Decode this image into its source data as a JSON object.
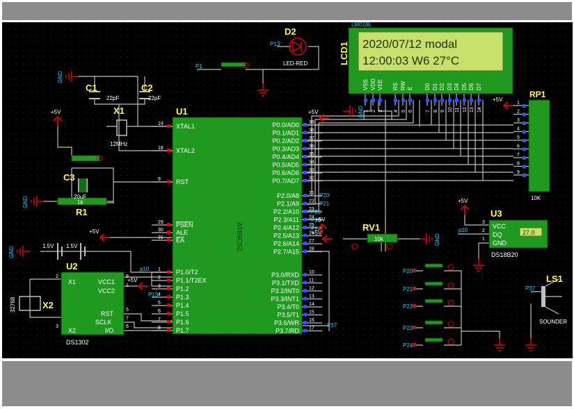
{
  "colors": {
    "chip": "#1f9a1f",
    "wire": "#bfbfbf",
    "label": "#ffffff",
    "refdes": "#ffff33",
    "power": "#e10000",
    "pin": "#3050ff",
    "netlabel": "#00d8ff",
    "lcd_bg": "#c6e06a",
    "lcd_text": "#1d3300"
  },
  "u1": {
    "ref": "U1",
    "part": "AT89C52",
    "left_pins": [
      {
        "label": "XTAL1",
        "num": "19"
      },
      {
        "label": "XTAL2",
        "num": "18"
      },
      {
        "label": "RST",
        "num": "9"
      },
      {
        "label": "PSEN",
        "num": "29"
      },
      {
        "label": "ALE",
        "num": "30"
      },
      {
        "label": "EA",
        "num": "31"
      },
      {
        "label": "P1.0/T2",
        "num": "1"
      },
      {
        "label": "P1.1/T2EX",
        "num": "2"
      },
      {
        "label": "P1.2",
        "num": "3"
      },
      {
        "label": "P1.3",
        "num": "4"
      },
      {
        "label": "P1.4",
        "num": "5"
      },
      {
        "label": "P1.5",
        "num": "6"
      },
      {
        "label": "P1.6",
        "num": "7"
      },
      {
        "label": "P1.7",
        "num": "8"
      }
    ],
    "right_pins": [
      {
        "label": "P0.0/AD0",
        "num": "39"
      },
      {
        "label": "P0.1/AD1",
        "num": "38"
      },
      {
        "label": "P0.2/AD2",
        "num": "37"
      },
      {
        "label": "P0.3/AD3",
        "num": "36"
      },
      {
        "label": "P0.4/AD4",
        "num": "35"
      },
      {
        "label": "P0.5/AD5",
        "num": "34"
      },
      {
        "label": "P0.6/AD6",
        "num": "33"
      },
      {
        "label": "P0.7/AD7",
        "num": "32"
      },
      {
        "label": "P2.0/A8",
        "num": "21"
      },
      {
        "label": "P2.1/A9",
        "num": "22"
      },
      {
        "label": "P2.2/A10",
        "num": "23"
      },
      {
        "label": "P2.3/A11",
        "num": "24"
      },
      {
        "label": "P2.4/A12",
        "num": "25"
      },
      {
        "label": "P2.5/A13",
        "num": "26"
      },
      {
        "label": "P2.6/A14",
        "num": "27"
      },
      {
        "label": "P2.7/A15",
        "num": "28"
      },
      {
        "label": "P3.0/RXD",
        "num": "10"
      },
      {
        "label": "P3.1/TXD",
        "num": "11"
      },
      {
        "label": "P3.2/INT0",
        "num": "12"
      },
      {
        "label": "P3.3/INT1",
        "num": "13"
      },
      {
        "label": "P3.4/T0",
        "num": "14"
      },
      {
        "label": "P3.5/T1",
        "num": "15"
      },
      {
        "label": "P3.6/WR",
        "num": "16"
      },
      {
        "label": "P3.7/RD",
        "num": "17"
      }
    ]
  },
  "lcd": {
    "ref": "LCD1",
    "part": "LM016L",
    "line1": "2020/07/12 modal",
    "line2": "12:00:03 W6 27°C",
    "pins": [
      "VSS",
      "VDD",
      "VEE",
      "RS",
      "RW",
      "E",
      "D0",
      "D1",
      "D2",
      "D3",
      "D4",
      "D5",
      "D6",
      "D7"
    ],
    "nums": [
      "1",
      "2",
      "3",
      "4",
      "5",
      "6",
      "7",
      "8",
      "9",
      "10",
      "11",
      "12",
      "13",
      "14"
    ]
  },
  "u2": {
    "ref": "U2",
    "part": "DS1302",
    "left_pins": [
      "X1",
      "X2"
    ],
    "right_pins": [
      "VCC1",
      "VCC2",
      "RST",
      "SCLK",
      "I/O"
    ],
    "nums": [
      "2",
      "3",
      "8",
      "1",
      "5",
      "7",
      "6"
    ]
  },
  "u3": {
    "ref": "U3",
    "part": "DS18B20",
    "pins": [
      "VCC",
      "DQ",
      "GND"
    ],
    "nums": [
      "3",
      "2",
      "1"
    ],
    "reading": "27.0"
  },
  "rp1": {
    "ref": "RP1",
    "value": "10K",
    "nums": [
      "1",
      "2",
      "3",
      "4",
      "5",
      "6",
      "7",
      "8",
      "9"
    ]
  },
  "rv1": {
    "ref": "RV1",
    "value": "10k"
  },
  "r1": {
    "ref": "R1",
    "value": "1k"
  },
  "c1": {
    "ref": "C1",
    "value": "22pF"
  },
  "c2": {
    "ref": "C2",
    "value": "22pF"
  },
  "c3": {
    "ref": "C3",
    "value": "20uF"
  },
  "x1": {
    "ref": "X1",
    "value": "12MHz"
  },
  "x2": {
    "ref": "X2",
    "value": "32768"
  },
  "d2": {
    "ref": "D2",
    "value": "LED-RED"
  },
  "ls1": {
    "ref": "LS1",
    "value": "SOUNDER"
  },
  "batt": [
    "1.5V",
    "1.5V"
  ],
  "power": {
    "vcc": "+5V",
    "gnd": "GND"
  },
  "nets": {
    "p13": "P13",
    "p14": "P1",
    "p20": "P20",
    "p21": "P21",
    "p22": "P22",
    "p23": "P23",
    "p24": "P24",
    "p10": "P10",
    "p10b": "p10",
    "p37": "P37",
    "p13b": "P13",
    "p24b": "P24"
  },
  "buttons": [
    "P20",
    "P21",
    "P22",
    "P23",
    "P24"
  ],
  "sounder_net": "P37"
}
